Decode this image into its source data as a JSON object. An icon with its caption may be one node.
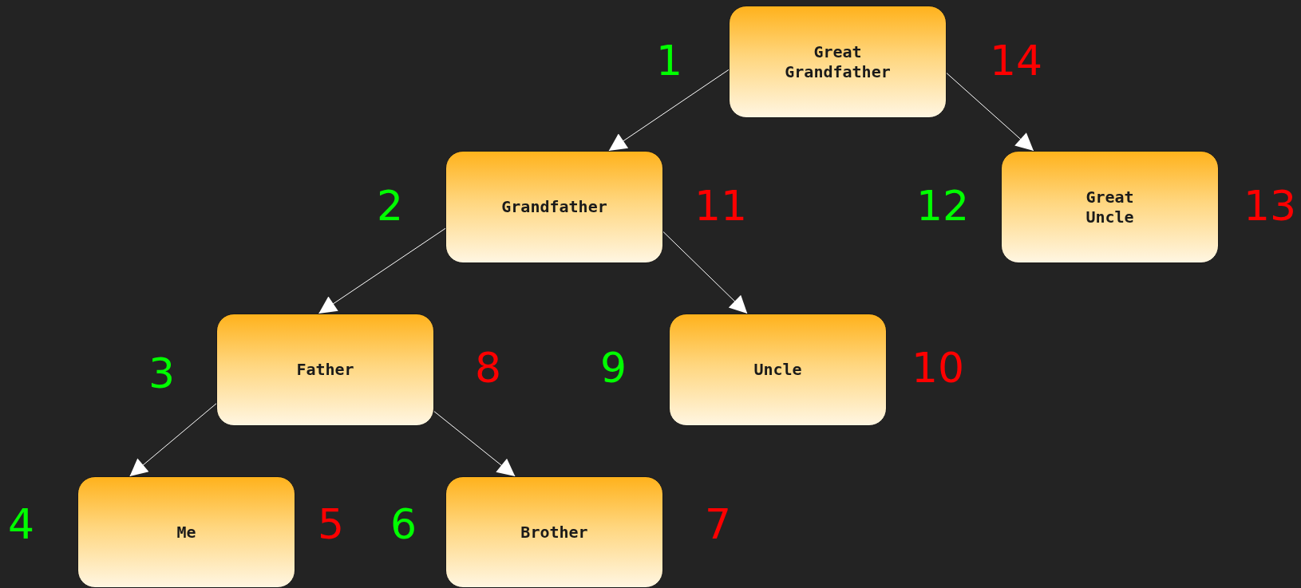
{
  "diagram": {
    "nodes": [
      {
        "text": [
          "Great Grandfather"
        ]
      },
      {
        "text": [
          "Grandfather"
        ]
      },
      {
        "text": [
          "Great Uncle"
        ]
      },
      {
        "text": [
          "Father"
        ]
      },
      {
        "text": [
          "Uncle"
        ]
      },
      {
        "text": [
          "Me"
        ]
      },
      {
        "text": [
          "Brother"
        ]
      }
    ],
    "edges": [
      {
        "from": 0,
        "to": 1,
        "arrow": "to"
      },
      {
        "from": 0,
        "to": 2,
        "arrow": "to"
      },
      {
        "from": 1,
        "to": 3,
        "arrow": "to"
      },
      {
        "from": 1,
        "to": 4,
        "arrow": "to"
      },
      {
        "from": 3,
        "to": 5,
        "arrow": "to"
      },
      {
        "from": 3,
        "to": 6,
        "arrow": "to"
      }
    ],
    "labels": [
      "1",
      "14",
      "2",
      "11",
      "12",
      "13",
      "3",
      "8",
      "9",
      "10",
      "4",
      "5",
      "6",
      "7"
    ]
  }
}
